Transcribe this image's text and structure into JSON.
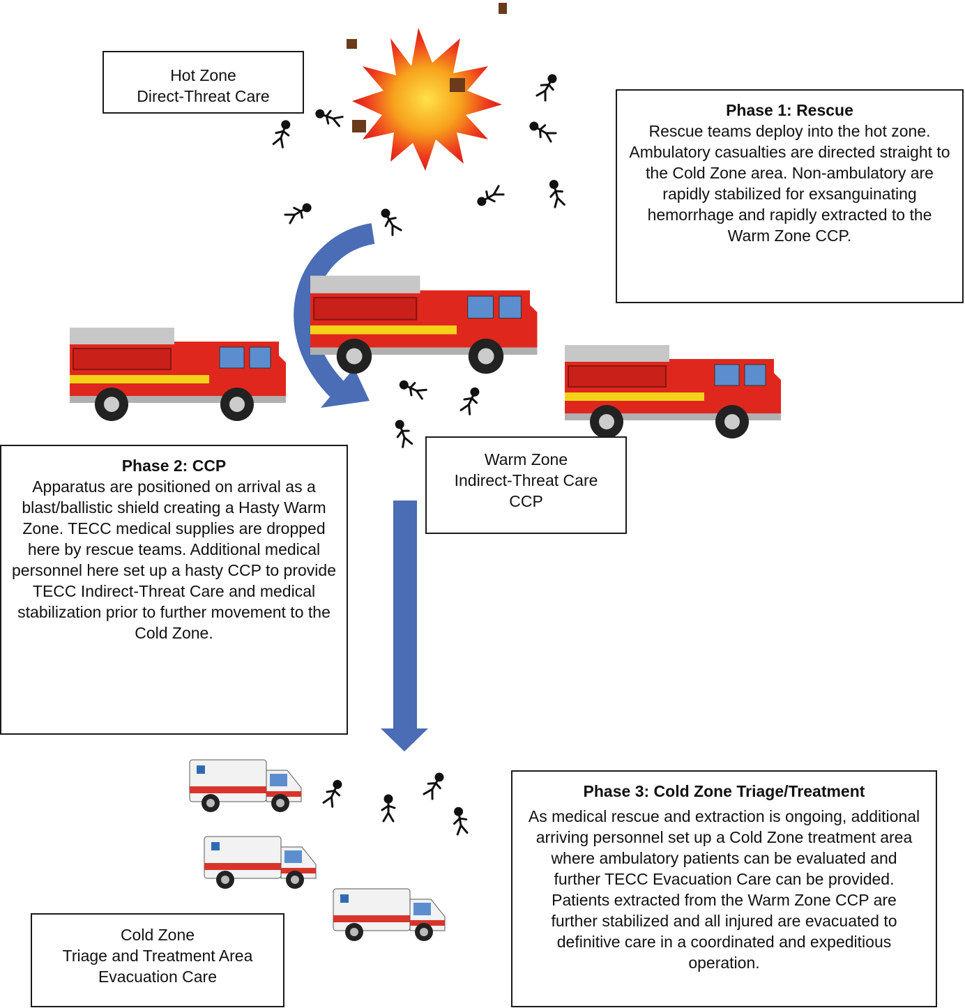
{
  "hot_zone": {
    "lines": [
      "Hot Zone",
      "Direct-Threat Care"
    ]
  },
  "phase1": {
    "title": "Phase 1: Rescue",
    "body": "Rescue teams deploy into the hot zone. Ambulatory casualties are directed straight to the Cold Zone area. Non-ambulatory are rapidly stabilized for exsanguinating hemorrhage and rapidly extracted to the Warm Zone CCP."
  },
  "warm_zone": {
    "lines": [
      "Warm Zone",
      "Indirect-Threat Care",
      "CCP"
    ]
  },
  "phase2": {
    "title": "Phase 2: CCP",
    "body": "Apparatus are positioned on arrival as a blast/ballistic shield creating a Hasty Warm Zone. TECC medical supplies are dropped here by rescue teams. Additional medical personnel here set up a hasty CCP to provide TECC Indirect-Threat Care and medical stabilization prior to further movement to the Cold Zone."
  },
  "phase3": {
    "title": "Phase 3: Cold Zone Triage/Treatment",
    "body": "As medical rescue and extraction is ongoing, additional arriving personnel set up a Cold Zone treatment area where ambulatory patients can be evaluated and further TECC Evacuation Care can be provided. Patients extracted from the Warm Zone CCP are further stabilized and all injured are evacuated to definitive care in a coordinated and expeditious operation."
  },
  "cold_zone": {
    "lines": [
      "Cold Zone",
      "Triage and Treatment Area",
      "Evacuation Care"
    ]
  },
  "colors": {
    "arrow": "#4a6db5",
    "truck_red": "#e0271e",
    "truck_yellow": "#f4d21a",
    "blast_orange": "#f2761e",
    "ambulance_red": "#d9342b"
  }
}
